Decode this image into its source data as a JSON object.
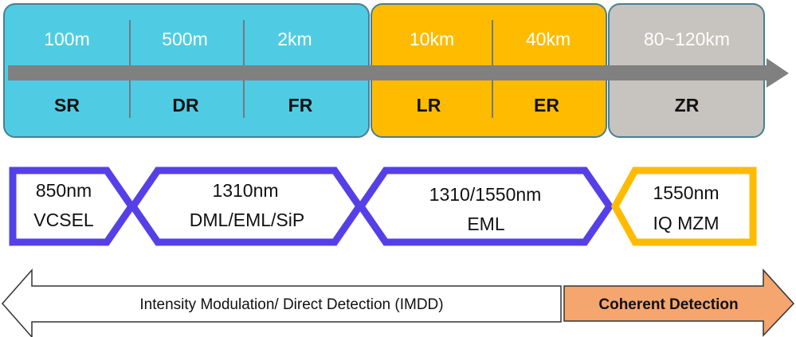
{
  "colors": {
    "short_reach_fill": "#4FCCE3",
    "long_reach_fill": "#FFBB00",
    "zr_fill": "#C7C3BE",
    "box_border": "#4A7E93",
    "arrow": "#808080",
    "hexagon_border": "#5540E8",
    "coherent_border": "#FFBB00",
    "coherent_arrow_fill": "#F5A56E"
  },
  "reach": {
    "distances": [
      "100m",
      "500m",
      "2km",
      "10km",
      "40km",
      "80~120km"
    ],
    "codes": [
      "SR",
      "DR",
      "FR",
      "LR",
      "ER",
      "ZR"
    ]
  },
  "transmitters": [
    {
      "line1": "850nm",
      "line2": "VCSEL"
    },
    {
      "line1": "1310nm",
      "line2": "DML/EML/SiP"
    },
    {
      "line1": "1310/1550nm",
      "line2": "EML"
    },
    {
      "line1": "1550nm",
      "line2": "IQ MZM"
    }
  ],
  "modulation": {
    "imdd_label": "Intensity Modulation/ Direct Detection (IMDD)",
    "coherent_label": "Coherent Detection"
  }
}
